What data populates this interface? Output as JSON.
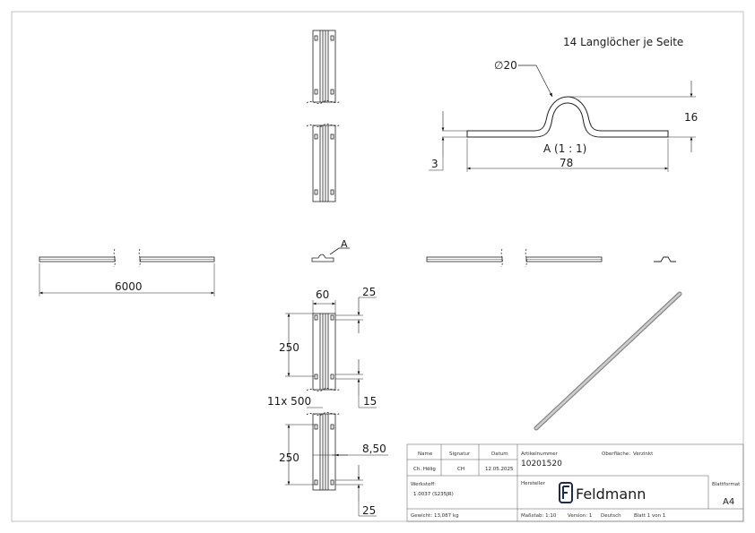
{
  "notes": {
    "holes": "14 Langlöcher je Seite"
  },
  "dimensions": {
    "diameter": "∅20",
    "height_16": "16",
    "thickness_3": "3",
    "width_78": "78",
    "detail_label": "A (1 : 1)",
    "detail_callout": "A",
    "length_6000": "6000",
    "d60": "60",
    "d25_top": "25",
    "d250_top": "250",
    "d15": "15",
    "pattern": "11x 500",
    "d850": "8,50",
    "d250_bottom": "250",
    "d25_bottom": "25"
  },
  "title_block": {
    "h_name": "Name",
    "h_signatur": "Signatur",
    "h_datum": "Datum",
    "v_name": "Ch. Hölig",
    "v_signatur": "CH",
    "v_datum": "12.05.2025",
    "artikel_label": "Artikelnummer",
    "artikel_value": "10201520",
    "oberflaeche_label": "Oberfläche:",
    "oberflaeche_value": "Verzinkt",
    "werkstoff_label": "Werkstoff:",
    "werkstoff_value": "1.0037 (S235JR)",
    "hersteller_label": "Hersteller",
    "logo_text": "Feldmann",
    "blattformat_label": "Blattformat",
    "blattformat_value": "A4",
    "gewicht": "Gewicht: 13,087 kg",
    "massstab": "Maßstab: 1:10",
    "version": "Version: 1",
    "sprache": "Deutsch",
    "blatt": "Blatt 1 von 1"
  }
}
